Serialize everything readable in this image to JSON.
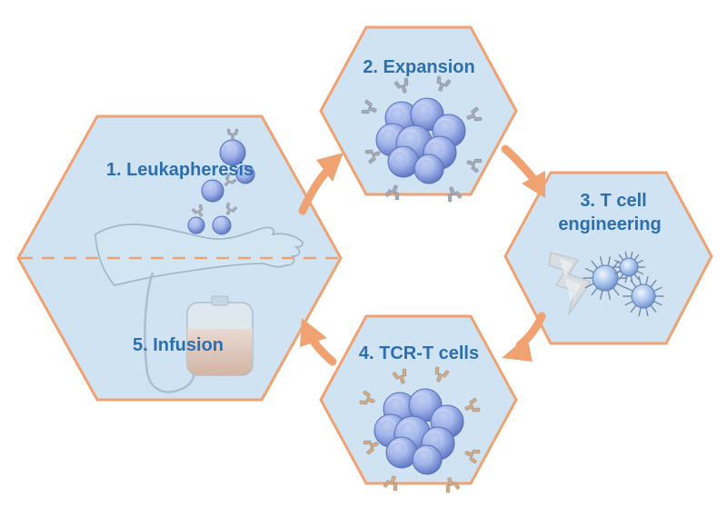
{
  "steps": {
    "leukapheresis": "1. Leukapheresis",
    "expansion": "2. Expansion",
    "engineering_line1": "3. T cell",
    "engineering_line2": "engineering",
    "tcr_cells": "4. TCR-T cells",
    "infusion": "5. Infusion"
  },
  "colors": {
    "hex_fill": "#cfe3f3",
    "hex_stroke": "#f0a272",
    "arrow": "#f0a272",
    "label": "#2d6fae",
    "cell": "#7e97d8",
    "receptor_gray": "#a4aab6",
    "receptor_orange": "#d9a97c"
  }
}
